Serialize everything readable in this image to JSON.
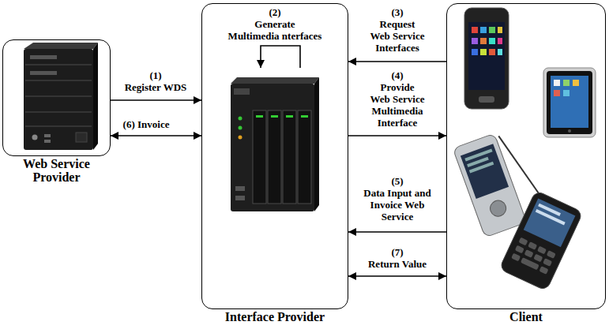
{
  "diagram": {
    "nodes": [
      {
        "text": [
          "Web Service Provider"
        ]
      },
      {
        "text": [
          "Interface Provider"
        ]
      },
      {
        "text": [
          "Client"
        ]
      }
    ],
    "edges": [
      {
        "from": 0,
        "to": 1,
        "arrow": "to",
        "label": "(1) Register WDS"
      },
      {
        "from": 1,
        "to": 1,
        "arrow": "to",
        "label": "(2) Generate Multimedia nterfaces"
      },
      {
        "from": 2,
        "to": 1,
        "arrow": "to",
        "label": "(3) Request Web Service Interfaces"
      },
      {
        "from": 1,
        "to": 2,
        "arrow": "to",
        "label": "(4) Provide Web Service Multimedia Interface"
      },
      {
        "from": 2,
        "to": 1,
        "arrow": "to",
        "label": "(5) Data Input and Invoice Web Service"
      },
      {
        "from": 0,
        "to": 1,
        "arrow": "both",
        "label": "(6) Invoice"
      },
      {
        "from": 1,
        "to": 2,
        "arrow": "both",
        "label": "(7) Return Value"
      }
    ]
  }
}
